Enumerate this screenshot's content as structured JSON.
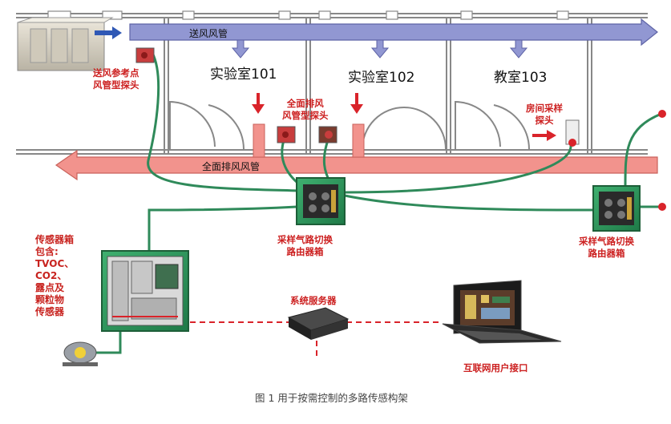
{
  "labels": {
    "supply_duct": "送风风管",
    "exhaust_duct": "全面排风风管",
    "room1": "实验室101",
    "room2": "实验室102",
    "room3": "教室103",
    "supply_probe": [
      "送风参考点",
      "风管型探头"
    ],
    "exhaust_probe": [
      "全面排风",
      "风管型探头"
    ],
    "room_probe": [
      "房间采样",
      "探头"
    ],
    "router1": [
      "采样气路切换",
      "路由器箱"
    ],
    "router2": [
      "采样气路切换",
      "路由器箱"
    ],
    "sensor_box": [
      "传感器箱",
      "包含:",
      "TVOC、",
      "CO2、",
      "露点及",
      "颗粒物",
      "传感器"
    ],
    "server": "系统服务器",
    "user_interface": "互联网用户接口",
    "caption": "图 1    用于按需控制的多路传感构架"
  },
  "colors": {
    "supply_duct": "#8f95cf",
    "exhaust_duct": "#f0908b",
    "tubing": "#2f8a5a",
    "probe_red": "#d9232a",
    "enclosure_green": "#2f9e62",
    "data_line": "#d9232a"
  }
}
